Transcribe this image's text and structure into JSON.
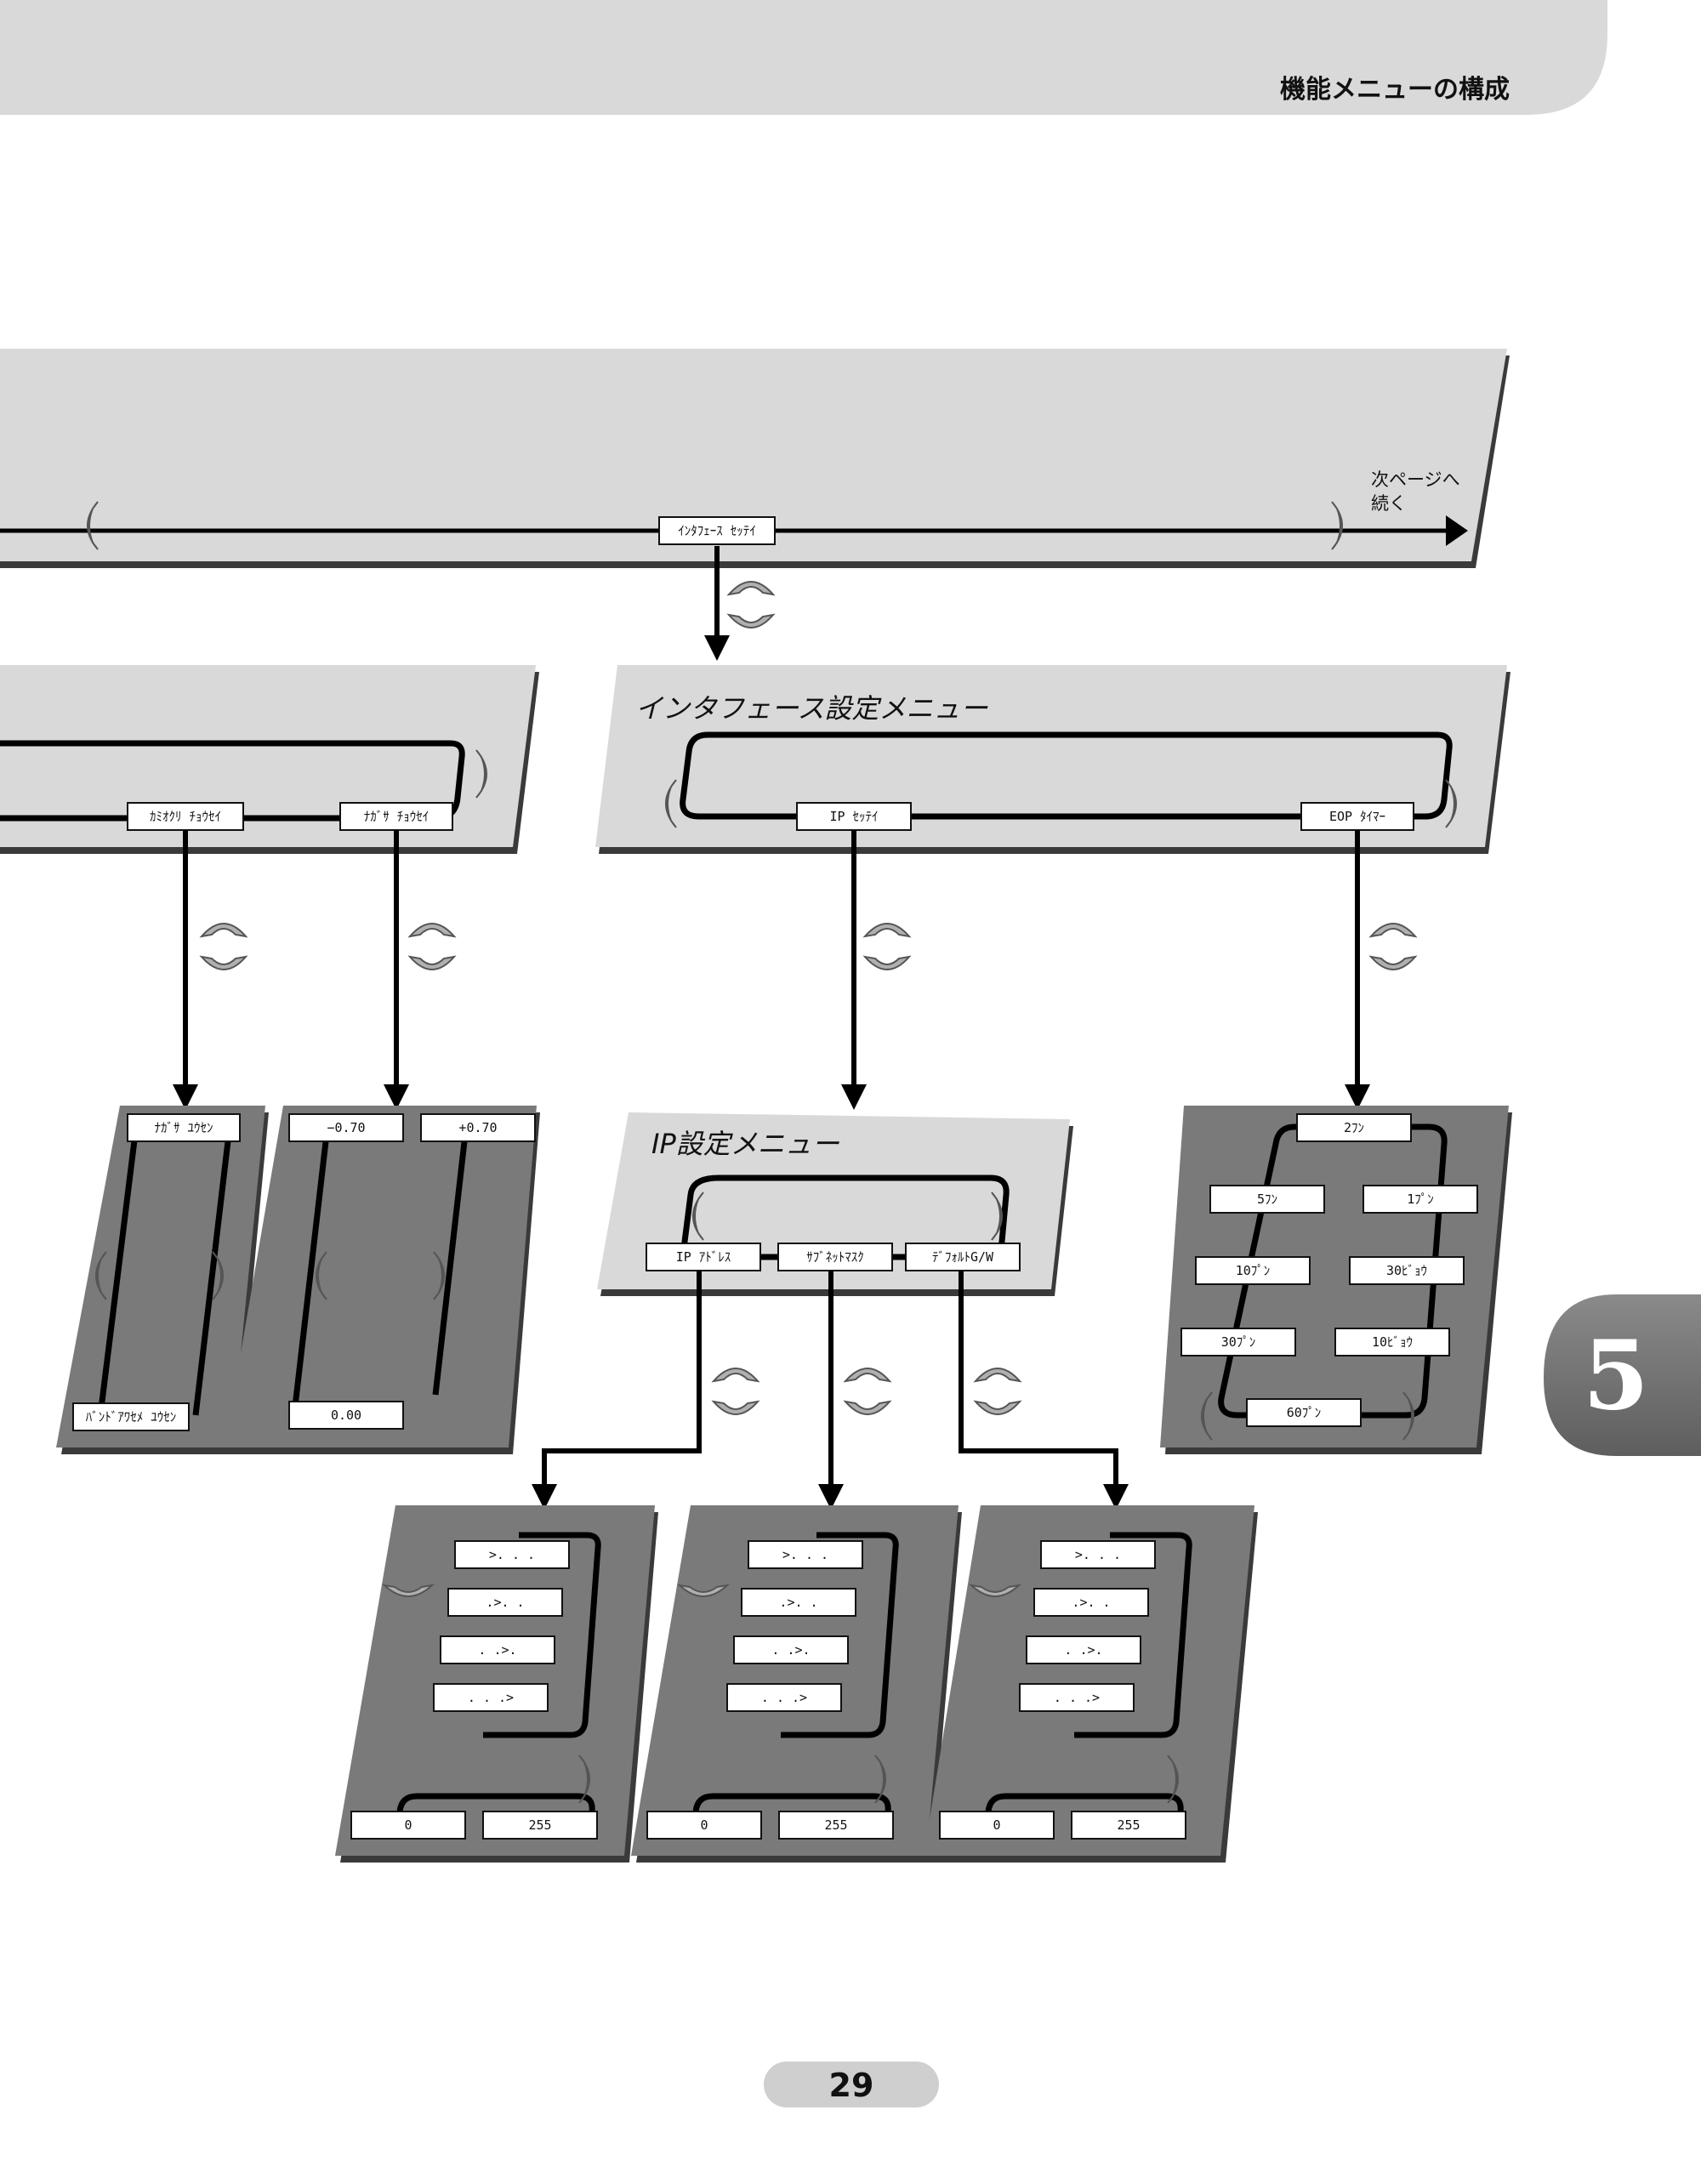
{
  "header": {
    "title": "機能メニューの構成"
  },
  "top_menu": {
    "item_interface": "ｲﾝﾀﾌｪｰｽ ｾｯﾃｲ",
    "next_page_line1": "次ページへ",
    "next_page_line2": "続く"
  },
  "left_menu": {
    "item_paper": "ｶﾐｵｸﾘ ﾁｮｳｾｲ",
    "item_length": "ﾅｶﾞｻ ﾁｮｳｾｲ"
  },
  "interface_menu": {
    "title": "インタフェース設定メニュー",
    "item_ip": "IP ｾｯﾃｲ",
    "item_eop": "EOP ﾀｲﾏｰ"
  },
  "length_priority": {
    "top": "ﾅｶﾞｻ ﾕｳｾﾝ",
    "bottom": "ﾊﾞﾝﾄﾞｱﾜｾﾒ ﾕｳｾﾝ"
  },
  "length_adjust": {
    "min": "−0.70",
    "max": "+0.70",
    "default": "0.00"
  },
  "ip_menu": {
    "title": "IP設定メニュー",
    "item_address": "IP ｱﾄﾞﾚｽ",
    "item_subnet": "ｻﾌﾞﾈｯﾄﾏｽｸ",
    "item_gateway": "ﾃﾞﾌｫﾙﾄG/W"
  },
  "eop_timer": {
    "options": [
      "2ﾌﾝ",
      "5ﾌﾝ",
      "1ﾌﾟﾝ",
      "10ﾌﾟﾝ",
      "30ﾋﾞｮｳ",
      "30ﾌﾟﾝ",
      "10ﾋﾞｮｳ",
      "60ﾌﾟﾝ"
    ]
  },
  "ip_value_panel": {
    "fields": [
      ">.  .  .",
      ".>.  .",
      ".  .>.",
      ".  .  .>"
    ],
    "min": "0",
    "max": "255"
  },
  "chapter": {
    "number": "5"
  },
  "page": {
    "number": "29"
  }
}
